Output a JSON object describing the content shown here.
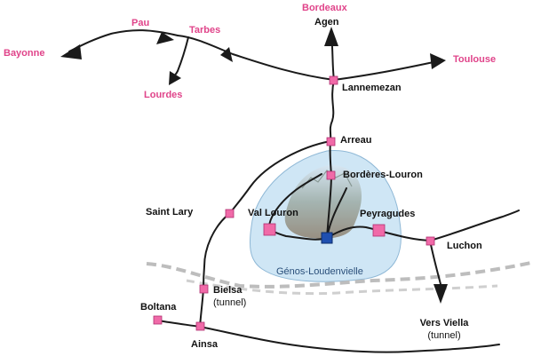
{
  "colors": {
    "external_city": "#e0448a",
    "town_label": "#111111",
    "node_fill": "#f06aa8",
    "center_node": "#1f4fb0",
    "valley_fill": "#cfe6f5",
    "road": "#1a1a1a",
    "border": "#bdbdbd"
  },
  "map": {
    "external": {
      "bordeaux": "Bordeaux",
      "pau": "Pau",
      "tarbes": "Tarbes",
      "bayonne": "Bayonne",
      "lourdes": "Lourdes",
      "toulouse": "Toulouse"
    },
    "towns": {
      "agen": "Agen",
      "lannemezan": "Lannemezan",
      "arreau": "Arreau",
      "borderes": "Bordères-Louron",
      "saint_lary": "Saint Lary",
      "val_louron": "Val Louron",
      "peyragudes": "Peyragudes",
      "luchon": "Luchon",
      "bielsa": "Bielsa",
      "bielsa_sub": "(tunnel)",
      "boltana": "Boltana",
      "ainsa": "Ainsa",
      "vers_viella": "Vers Viella",
      "vers_viella_sub": "(tunnel)"
    },
    "resort": "Génos-Loudenvielle"
  }
}
